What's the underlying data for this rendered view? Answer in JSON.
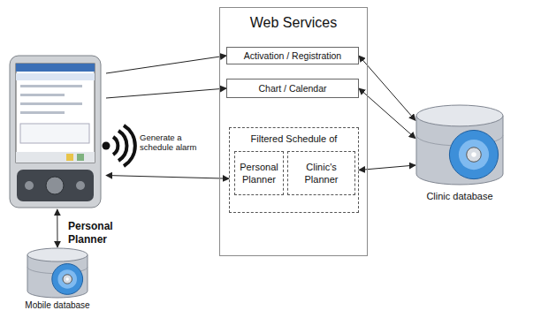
{
  "diagram": {
    "nodes": [
      {
        "text": [
          "Personal Planner"
        ]
      },
      {
        "text": [
          "Web Services"
        ]
      },
      {
        "text": [
          "Activation / Registration"
        ],
        "in": 1
      },
      {
        "text": [
          "Chart / Calendar"
        ],
        "in": 1
      },
      {
        "text": [
          "Filtered Schedule of"
        ],
        "in": 1
      },
      {
        "text": [
          "Personal Planner"
        ],
        "in": 4
      },
      {
        "text": [
          "Clinic's Planner"
        ],
        "in": 4
      },
      {
        "text": [
          "Clinic database"
        ]
      },
      {
        "text": [
          "Mobile database"
        ]
      }
    ],
    "edges": [
      {
        "from": 0,
        "to": 2,
        "arrow": "to"
      },
      {
        "from": 0,
        "to": 3,
        "arrow": "to"
      },
      {
        "from": 0,
        "to": 4,
        "arrow": "both"
      },
      {
        "from": 2,
        "to": 7,
        "arrow": "both"
      },
      {
        "from": 3,
        "to": 7,
        "arrow": "both"
      },
      {
        "from": 4,
        "to": 7,
        "arrow": "both"
      },
      {
        "from": 0,
        "to": 8,
        "arrow": "both"
      }
    ],
    "labels": [
      "Generate a schedule alarm"
    ]
  }
}
